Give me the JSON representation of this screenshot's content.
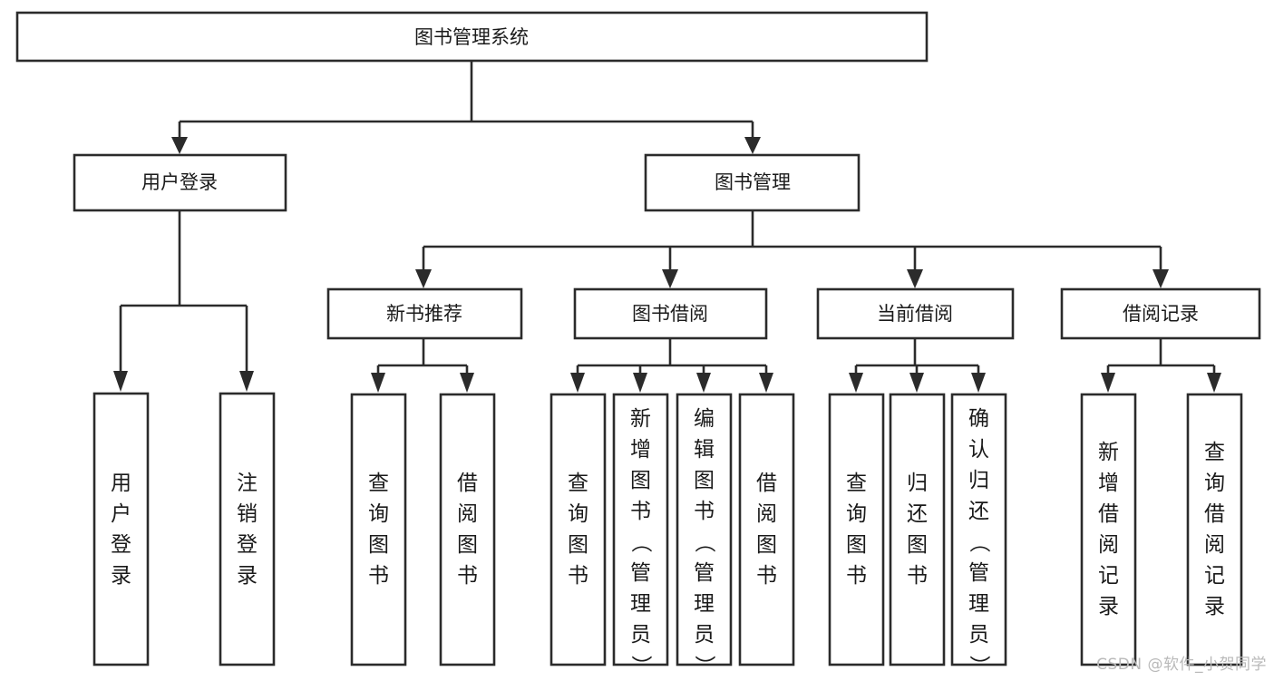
{
  "diagram": {
    "title": "图书管理系统",
    "type": "tree",
    "watermark": "CSDN @软件_小贺同学",
    "colors": {
      "box_stroke": "#2b2b2b",
      "box_fill": "#ffffff",
      "connector": "#2b2b2b",
      "text": "#1a1a1a",
      "watermark": "#b9b9b9",
      "background": "#ffffff"
    },
    "levels": {
      "root": {
        "label": "图书管理系统"
      },
      "level2": [
        {
          "label": "用户登录"
        },
        {
          "label": "图书管理"
        }
      ],
      "level3": [
        {
          "label": "新书推荐"
        },
        {
          "label": "图书借阅"
        },
        {
          "label": "当前借阅"
        },
        {
          "label": "借阅记录"
        }
      ],
      "leaves": [
        {
          "label": "用户登录",
          "parent": "用户登录"
        },
        {
          "label": "注销登录",
          "parent": "用户登录"
        },
        {
          "label": "查询图书",
          "parent": "新书推荐"
        },
        {
          "label": "借阅图书",
          "parent": "新书推荐"
        },
        {
          "label": "查询图书",
          "parent": "图书借阅"
        },
        {
          "label": "新增图书（管理员）",
          "parent": "图书借阅"
        },
        {
          "label": "编辑图书（管理员）",
          "parent": "图书借阅"
        },
        {
          "label": "借阅图书",
          "parent": "图书借阅"
        },
        {
          "label": "查询图书",
          "parent": "当前借阅"
        },
        {
          "label": "归还图书",
          "parent": "当前借阅"
        },
        {
          "label": "确认归还（管理员）",
          "parent": "当前借阅"
        },
        {
          "label": "新增借阅记录",
          "parent": "借阅记录"
        },
        {
          "label": "查询借阅记录",
          "parent": "借阅记录"
        }
      ]
    }
  }
}
